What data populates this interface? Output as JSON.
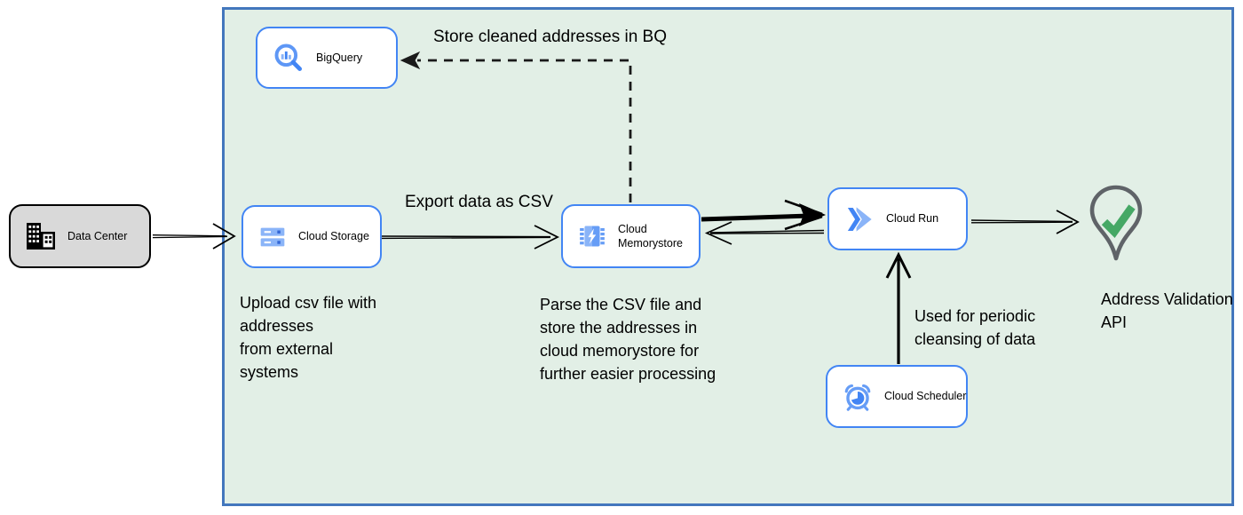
{
  "nodes": {
    "datacenter": {
      "label": "Data Center",
      "icon": "building-icon"
    },
    "bigquery": {
      "label": "BigQuery",
      "icon": "bigquery-magnifier-icon"
    },
    "cloud_storage": {
      "label": "Cloud Storage",
      "icon": "storage-buckets-icon"
    },
    "cloud_memorystore": {
      "label": "Cloud Memorystore",
      "icon": "memory-chip-bolt-icon"
    },
    "cloud_run": {
      "label": "Cloud Run",
      "icon": "run-chevrons-icon"
    },
    "cloud_scheduler": {
      "label": "Cloud Scheduler",
      "icon": "alarm-clock-icon"
    },
    "address_validation": {
      "label": "Address Validation\nAPI",
      "icon": "map-pin-check-icon"
    }
  },
  "labels": {
    "store_bq": "Store cleaned addresses in BQ",
    "export_csv": "Export data as CSV",
    "upload_note": "Upload csv file with\naddresses\nfrom external\nsystems",
    "parse_note": "Parse the CSV file and\nstore the addresses in\ncloud  memorystore for\nfurther easier processing",
    "periodic_note": "Used for periodic\ncleansing of data"
  },
  "colors": {
    "zone_fill": "#e2efe6",
    "zone_border": "#4377bd",
    "node_border": "#4285f4",
    "node_fill": "#ffffff",
    "datacenter_fill": "#d9d9d9",
    "datacenter_border": "#000000",
    "arrow": "#000000",
    "icon_blue": "#4285f4",
    "icon_blue_light": "#8ab4f8",
    "icon_blue_mid": "#669df6",
    "pin_outline": "#5f6368",
    "check_green": "#45a865"
  }
}
